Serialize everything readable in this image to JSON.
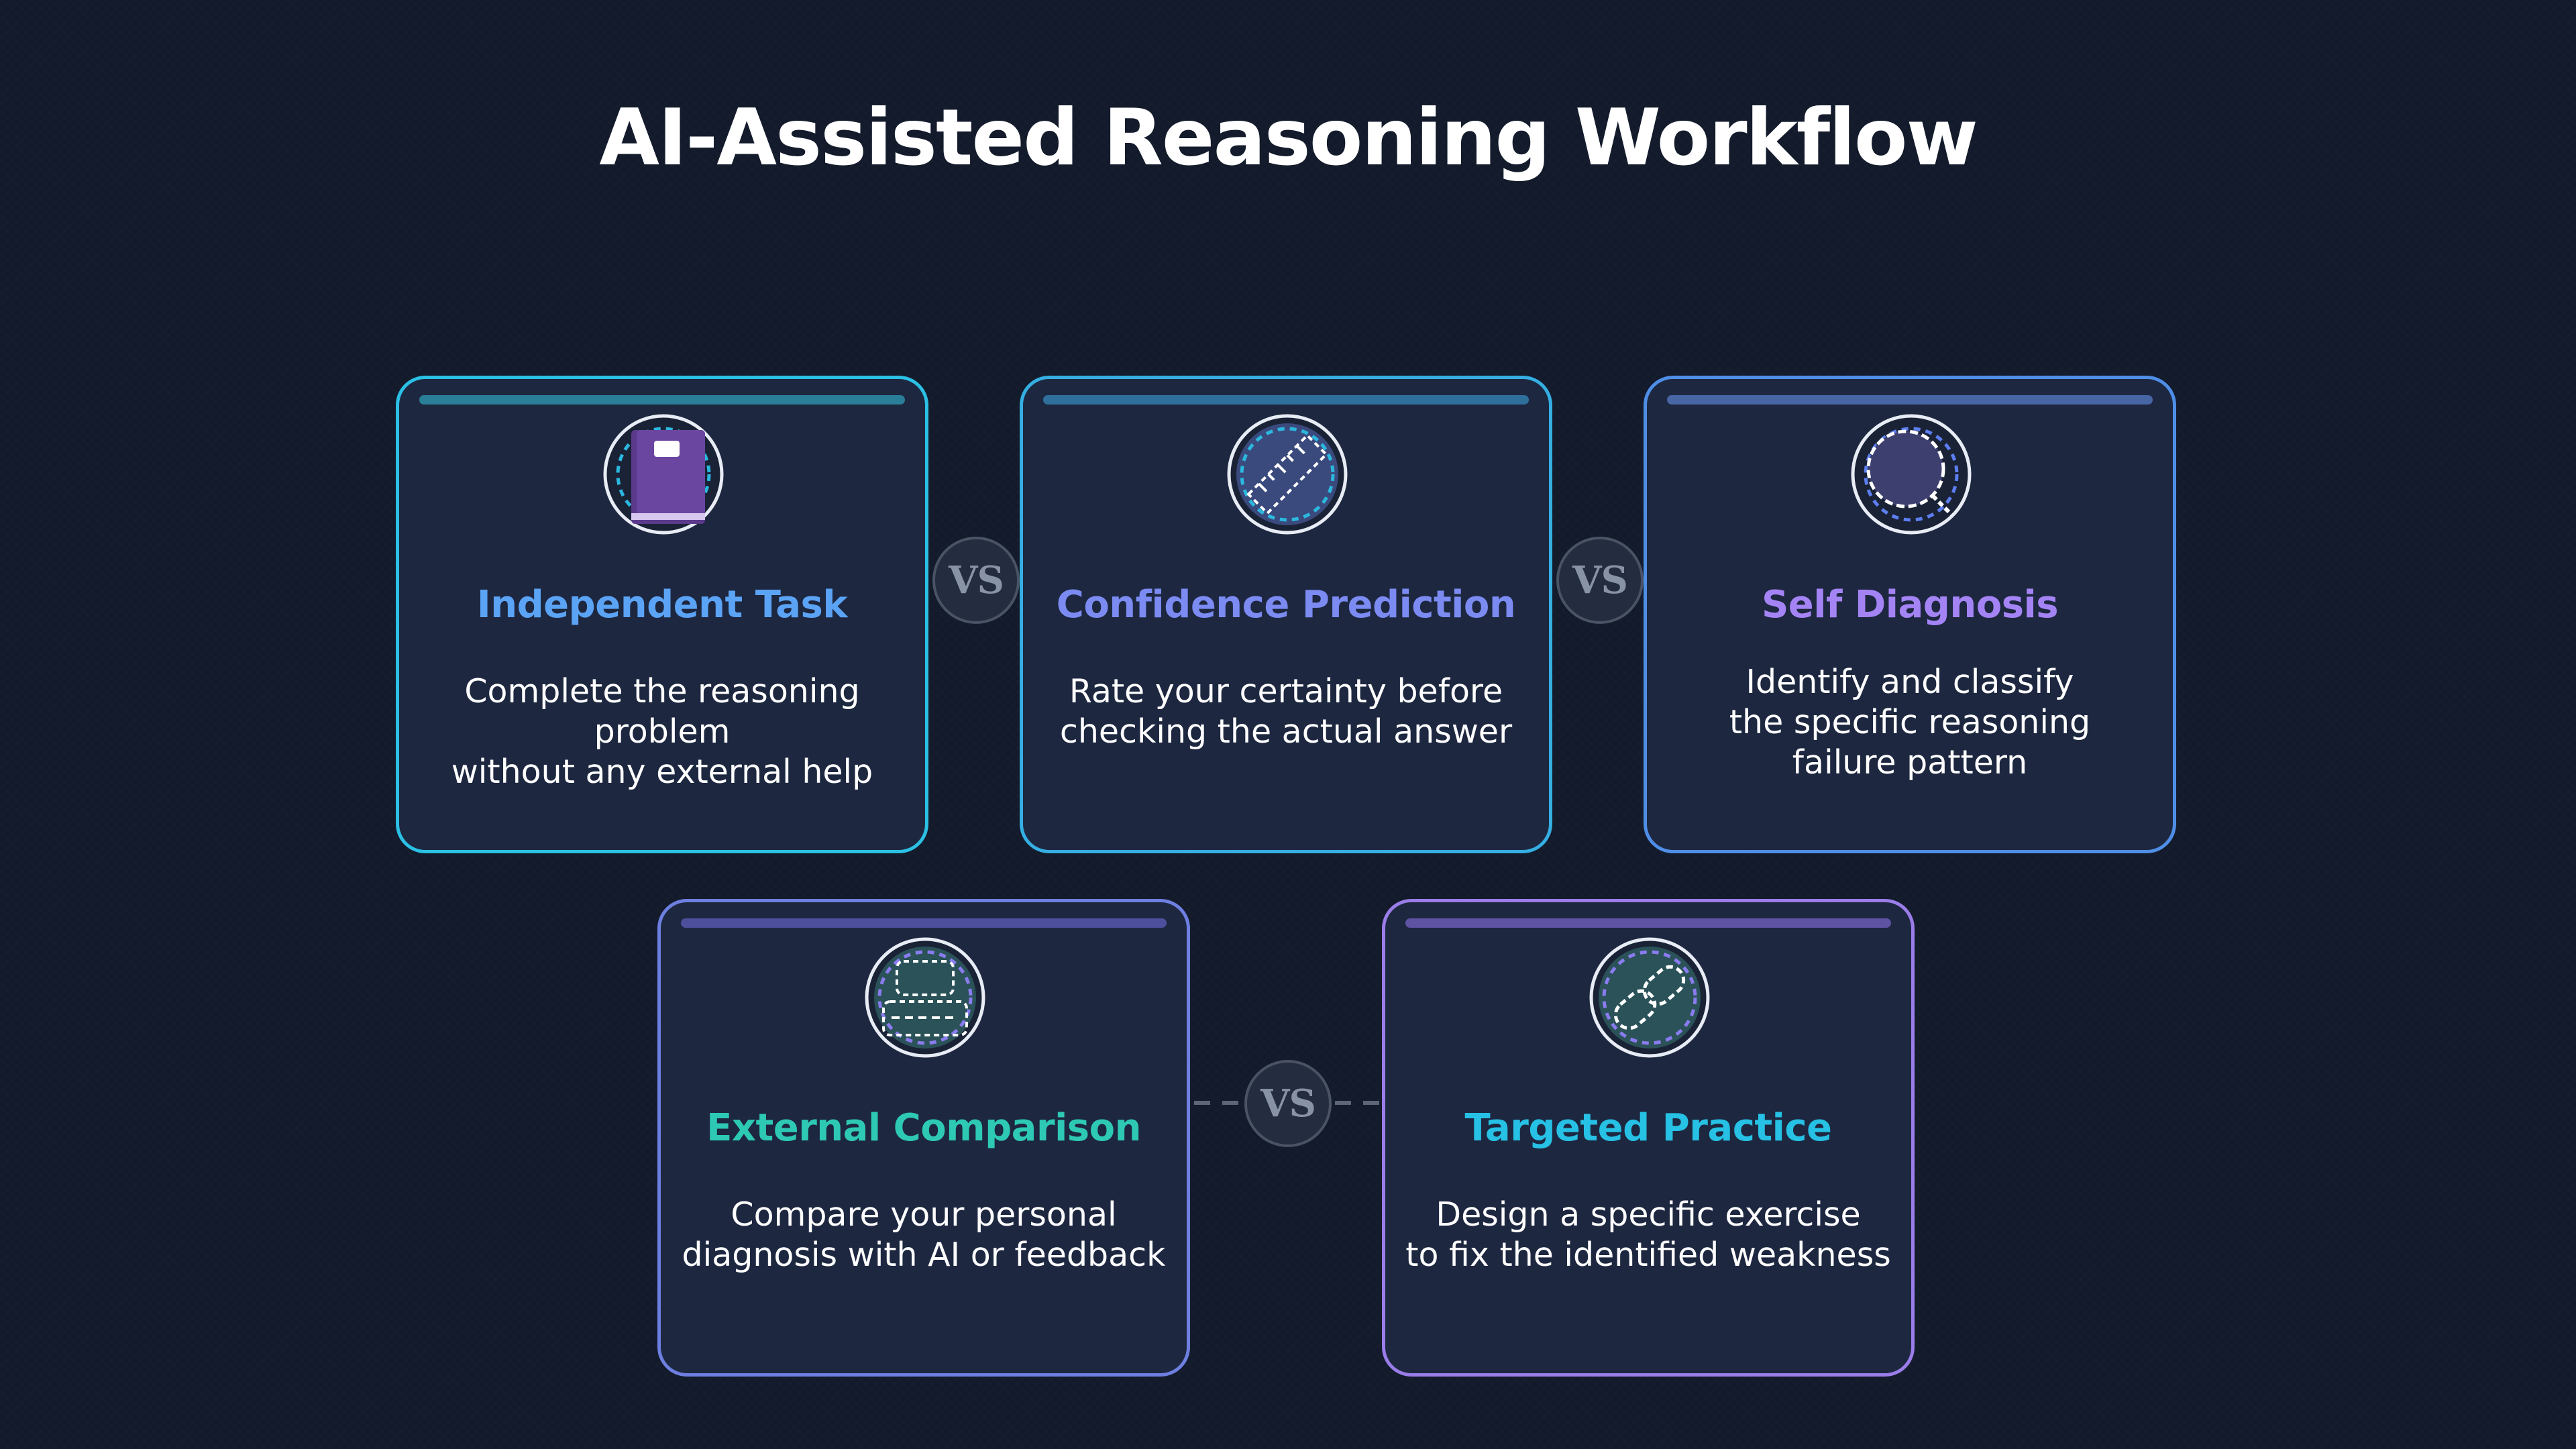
{
  "title": "AI-Assisted Reasoning Workflow",
  "vs_label": "VS",
  "colors": {
    "background": "#121a2b",
    "card_fill": "#1d2740",
    "cyan": "#29c3e6",
    "blue": "#5d9cf0",
    "violet": "#8a7cf0",
    "teal": "#2ec4b6"
  },
  "cards": [
    {
      "title": "Independent Task",
      "title_color": "#5ba3f5",
      "border_color": "#2bc0e4",
      "bar_color": "#2a7e98",
      "icon": "book-icon",
      "description": [
        "Complete the reasoning problem",
        "without any external help"
      ]
    },
    {
      "title": "Confidence Prediction",
      "title_color": "#7b8bf2",
      "border_color": "#35aee2",
      "bar_color": "#2f6f9c",
      "icon": "ruler-icon",
      "description": [
        "Rate your certainty before",
        "checking the actual answer"
      ]
    },
    {
      "title": "Self Diagnosis",
      "title_color": "#a484f5",
      "border_color": "#4f8ee6",
      "bar_color": "#4766a3",
      "icon": "magnifier-icon",
      "description": [
        "Identify and classify",
        "the specific reasoning",
        "failure pattern"
      ]
    },
    {
      "title": "External Comparison",
      "title_color": "#2ec9b4",
      "border_color": "#6d7fe0",
      "bar_color": "#4d4f9d",
      "icon": "compare-blocks-icon",
      "description": [
        "Compare your personal",
        "diagnosis with AI or feedback"
      ]
    },
    {
      "title": "Targeted Practice",
      "title_color": "#26c1e4",
      "border_color": "#9a7de8",
      "bar_color": "#5e52a3",
      "icon": "link-icon",
      "description": [
        "Design a specific exercise",
        "to fix the identified weakness"
      ]
    }
  ]
}
